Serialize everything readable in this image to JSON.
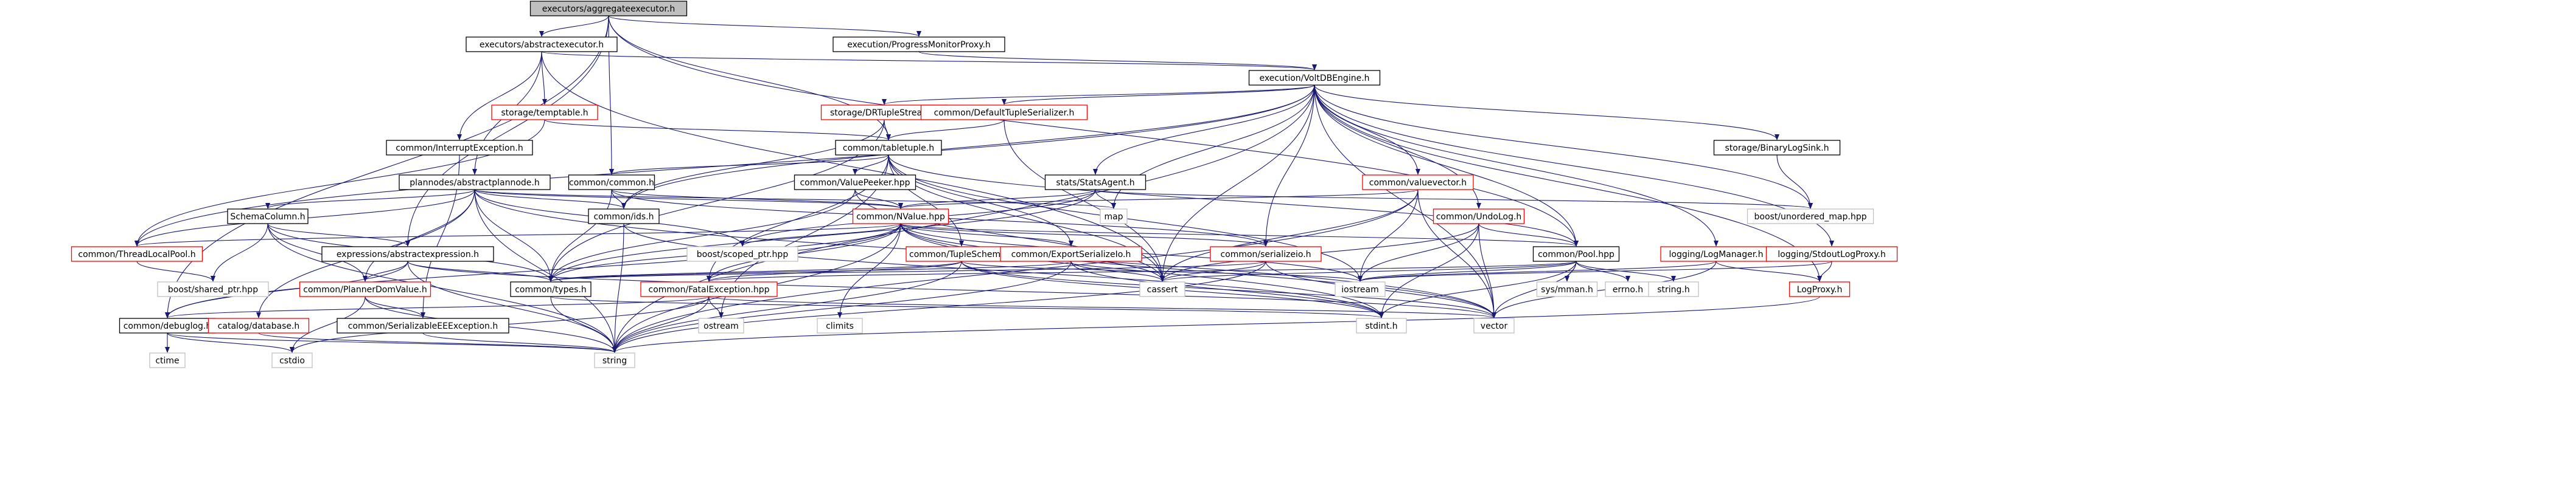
{
  "graph": {
    "nodes": [
      {
        "id": "root",
        "label": "executors/aggregateexecutor.h",
        "style": "root"
      },
      {
        "id": "absexec",
        "label": "executors/abstractexecutor.h",
        "style": "black"
      },
      {
        "id": "progmon",
        "label": "execution/ProgressMonitorProxy.h",
        "style": "black"
      },
      {
        "id": "voltdb",
        "label": "execution/VoltDBEngine.h",
        "style": "black"
      },
      {
        "id": "temptable",
        "label": "storage/temptable.h",
        "style": "red"
      },
      {
        "id": "interrupt",
        "label": "common/InterruptException.h",
        "style": "black"
      },
      {
        "id": "dr",
        "label": "storage/DRTupleStream.h",
        "style": "red"
      },
      {
        "id": "defser",
        "label": "common/DefaultTupleSerializer.h",
        "style": "red"
      },
      {
        "id": "tabletuple",
        "label": "common/tabletuple.h",
        "style": "black"
      },
      {
        "id": "binlog",
        "label": "storage/BinaryLogSink.h",
        "style": "black"
      },
      {
        "id": "plannode",
        "label": "plannodes/abstractplannode.h",
        "style": "black"
      },
      {
        "id": "commonh",
        "label": "common/common.h",
        "style": "black"
      },
      {
        "id": "peeker",
        "label": "common/ValuePeeker.hpp",
        "style": "black"
      },
      {
        "id": "stats",
        "label": "stats/StatsAgent.h",
        "style": "black"
      },
      {
        "id": "valvec",
        "label": "common/valuevector.h",
        "style": "red"
      },
      {
        "id": "schemacol",
        "label": "SchemaColumn.h",
        "style": "black"
      },
      {
        "id": "ids",
        "label": "common/ids.h",
        "style": "black"
      },
      {
        "id": "nvalue",
        "label": "common/NValue.hpp",
        "style": "red"
      },
      {
        "id": "map",
        "label": "map",
        "style": "grey"
      },
      {
        "id": "undolog",
        "label": "common/UndoLog.h",
        "style": "red"
      },
      {
        "id": "unordmap",
        "label": "boost/unordered_map.hpp",
        "style": "grey"
      },
      {
        "id": "threadlocal",
        "label": "common/ThreadLocalPool.h",
        "style": "red"
      },
      {
        "id": "absexpr",
        "label": "expressions/abstractexpression.h",
        "style": "black"
      },
      {
        "id": "scoped",
        "label": "boost/scoped_ptr.hpp",
        "style": "grey"
      },
      {
        "id": "tupleschema",
        "label": "common/TupleSchema.h",
        "style": "red"
      },
      {
        "id": "exportser",
        "label": "common/ExportSerializeIo.h",
        "style": "red"
      },
      {
        "id": "serializeio",
        "label": "common/serializeio.h",
        "style": "red"
      },
      {
        "id": "pool",
        "label": "common/Pool.hpp",
        "style": "black"
      },
      {
        "id": "logmgr",
        "label": "logging/LogManager.h",
        "style": "red"
      },
      {
        "id": "stdoutlog",
        "label": "logging/StdoutLogProxy.h",
        "style": "red"
      },
      {
        "id": "sharedptr",
        "label": "boost/shared_ptr.hpp",
        "style": "grey"
      },
      {
        "id": "plannerdom",
        "label": "common/PlannerDomValue.h",
        "style": "red"
      },
      {
        "id": "types",
        "label": "common/types.h",
        "style": "black"
      },
      {
        "id": "fatal",
        "label": "common/FatalException.hpp",
        "style": "red"
      },
      {
        "id": "cassert",
        "label": "cassert",
        "style": "grey"
      },
      {
        "id": "iostream",
        "label": "iostream",
        "style": "grey"
      },
      {
        "id": "sysmman",
        "label": "sys/mman.h",
        "style": "grey"
      },
      {
        "id": "errno",
        "label": "errno.h",
        "style": "grey"
      },
      {
        "id": "stringh",
        "label": "string.h",
        "style": "grey"
      },
      {
        "id": "logproxy",
        "label": "LogProxy.h",
        "style": "red"
      },
      {
        "id": "debuglog",
        "label": "common/debuglog.h",
        "style": "black"
      },
      {
        "id": "catalogdb",
        "label": "catalog/database.h",
        "style": "red"
      },
      {
        "id": "serexc",
        "label": "common/SerializableEEException.h",
        "style": "black"
      },
      {
        "id": "climits",
        "label": "climits",
        "style": "grey"
      },
      {
        "id": "ostream",
        "label": "ostream",
        "style": "grey"
      },
      {
        "id": "stdint",
        "label": "stdint.h",
        "style": "grey"
      },
      {
        "id": "vector",
        "label": "vector",
        "style": "grey"
      },
      {
        "id": "ctime",
        "label": "ctime",
        "style": "grey"
      },
      {
        "id": "cstdio",
        "label": "cstdio",
        "style": "grey"
      },
      {
        "id": "string",
        "label": "string",
        "style": "grey"
      }
    ],
    "edges": [
      [
        "root",
        "absexec"
      ],
      [
        "root",
        "progmon"
      ],
      [
        "root",
        "tabletuple"
      ],
      [
        "root",
        "commonh"
      ],
      [
        "root",
        "absexpr"
      ],
      [
        "root",
        "debuglog"
      ],
      [
        "root",
        "pool"
      ],
      [
        "absexec",
        "voltdb"
      ],
      [
        "absexec",
        "temptable"
      ],
      [
        "absexec",
        "interrupt"
      ],
      [
        "absexec",
        "plannode"
      ],
      [
        "absexec",
        "cassert"
      ],
      [
        "progmon",
        "voltdb"
      ],
      [
        "voltdb",
        "dr"
      ],
      [
        "voltdb",
        "defser"
      ],
      [
        "voltdb",
        "binlog"
      ],
      [
        "voltdb",
        "stats"
      ],
      [
        "voltdb",
        "valvec"
      ],
      [
        "voltdb",
        "undolog"
      ],
      [
        "voltdb",
        "unordmap"
      ],
      [
        "voltdb",
        "pool"
      ],
      [
        "voltdb",
        "logmgr"
      ],
      [
        "voltdb",
        "stdoutlog"
      ],
      [
        "voltdb",
        "logproxy"
      ],
      [
        "voltdb",
        "serializeio"
      ],
      [
        "voltdb",
        "cassert"
      ],
      [
        "voltdb",
        "map"
      ],
      [
        "voltdb",
        "vector"
      ],
      [
        "voltdb",
        "string"
      ],
      [
        "voltdb",
        "ids"
      ],
      [
        "voltdb",
        "threadlocal"
      ],
      [
        "temptable",
        "tabletuple"
      ],
      [
        "temptable",
        "threadlocal"
      ],
      [
        "interrupt",
        "serexc"
      ],
      [
        "dr",
        "tabletuple"
      ],
      [
        "dr",
        "ids"
      ],
      [
        "dr",
        "types"
      ],
      [
        "defser",
        "tabletuple"
      ],
      [
        "defser",
        "cassert"
      ],
      [
        "tabletuple",
        "commonh"
      ],
      [
        "tabletuple",
        "peeker"
      ],
      [
        "tabletuple",
        "tupleschema"
      ],
      [
        "tabletuple",
        "exportser"
      ],
      [
        "tabletuple",
        "fatal"
      ],
      [
        "tabletuple",
        "cassert"
      ],
      [
        "tabletuple",
        "iostream"
      ],
      [
        "tabletuple",
        "pool"
      ],
      [
        "tabletuple",
        "ostream"
      ],
      [
        "binlog",
        "unordmap"
      ],
      [
        "plannode",
        "schemacol"
      ],
      [
        "plannode",
        "ids"
      ],
      [
        "plannode",
        "types"
      ],
      [
        "plannode",
        "threadlocal"
      ],
      [
        "plannode",
        "plannerdom"
      ],
      [
        "plannode",
        "catalogdb"
      ],
      [
        "plannode",
        "nvalue"
      ],
      [
        "plannode",
        "scoped"
      ],
      [
        "plannode",
        "map"
      ],
      [
        "plannode",
        "vector"
      ],
      [
        "plannode",
        "string"
      ],
      [
        "commonh",
        "ids"
      ],
      [
        "commonh",
        "types"
      ],
      [
        "commonh",
        "nvalue"
      ],
      [
        "commonh",
        "serializeio"
      ],
      [
        "peeker",
        "nvalue"
      ],
      [
        "peeker",
        "types"
      ],
      [
        "peeker",
        "cassert"
      ],
      [
        "stats",
        "map"
      ],
      [
        "stats",
        "unordmap"
      ],
      [
        "stats",
        "nvalue"
      ],
      [
        "stats",
        "types"
      ],
      [
        "stats",
        "scoped"
      ],
      [
        "valvec",
        "nvalue"
      ],
      [
        "valvec",
        "cassert"
      ],
      [
        "valvec",
        "iostream"
      ],
      [
        "valvec",
        "vector"
      ],
      [
        "valvec",
        "string"
      ],
      [
        "schemacol",
        "absexpr"
      ],
      [
        "schemacol",
        "types"
      ],
      [
        "schemacol",
        "plannerdom"
      ],
      [
        "schemacol",
        "sharedptr"
      ],
      [
        "schemacol",
        "string"
      ],
      [
        "ids",
        "string"
      ],
      [
        "ids",
        "stdint"
      ],
      [
        "nvalue",
        "types"
      ],
      [
        "nvalue",
        "fatal"
      ],
      [
        "nvalue",
        "pool"
      ],
      [
        "nvalue",
        "threadlocal"
      ],
      [
        "nvalue",
        "serializeio"
      ],
      [
        "nvalue",
        "exportser"
      ],
      [
        "nvalue",
        "scoped"
      ],
      [
        "nvalue",
        "climits"
      ],
      [
        "nvalue",
        "stdint"
      ],
      [
        "nvalue",
        "vector"
      ],
      [
        "nvalue",
        "string"
      ],
      [
        "nvalue",
        "cassert"
      ],
      [
        "nvalue",
        "iostream"
      ],
      [
        "nvalue",
        "debuglog"
      ],
      [
        "undolog",
        "pool"
      ],
      [
        "undolog",
        "cassert"
      ],
      [
        "undolog",
        "iostream"
      ],
      [
        "undolog",
        "stdint"
      ],
      [
        "undolog",
        "vector"
      ],
      [
        "threadlocal",
        "sharedptr"
      ],
      [
        "absexpr",
        "types"
      ],
      [
        "absexpr",
        "plannerdom"
      ],
      [
        "absexpr",
        "debuglog"
      ],
      [
        "absexpr",
        "string"
      ],
      [
        "absexpr",
        "vector"
      ],
      [
        "tupleschema",
        "types"
      ],
      [
        "tupleschema",
        "fatal"
      ],
      [
        "tupleschema",
        "stdint"
      ],
      [
        "tupleschema",
        "vector"
      ],
      [
        "tupleschema",
        "string"
      ],
      [
        "tupleschema",
        "iostream"
      ],
      [
        "exportser",
        "types"
      ],
      [
        "exportser",
        "cassert"
      ],
      [
        "exportser",
        "stdint"
      ],
      [
        "exportser",
        "string"
      ],
      [
        "serializeio",
        "cassert"
      ],
      [
        "serializeio",
        "types"
      ],
      [
        "serializeio",
        "vector"
      ],
      [
        "serializeio",
        "string"
      ],
      [
        "pool",
        "cassert"
      ],
      [
        "pool",
        "iostream"
      ],
      [
        "pool",
        "sysmman"
      ],
      [
        "pool",
        "errno"
      ],
      [
        "pool",
        "stringh"
      ],
      [
        "pool",
        "stdint"
      ],
      [
        "pool",
        "vector"
      ],
      [
        "pool",
        "fatal"
      ],
      [
        "logmgr",
        "logproxy"
      ],
      [
        "logmgr",
        "iostream"
      ],
      [
        "logmgr",
        "vector"
      ],
      [
        "stdoutlog",
        "logproxy"
      ],
      [
        "stdoutlog",
        "iostream"
      ],
      [
        "logproxy",
        "string"
      ],
      [
        "plannerdom",
        "serexc"
      ],
      [
        "plannerdom",
        "cstdio"
      ],
      [
        "plannerdom",
        "string"
      ],
      [
        "types",
        "string"
      ],
      [
        "types",
        "stdint"
      ],
      [
        "fatal",
        "ostream"
      ],
      [
        "fatal",
        "cstdio"
      ],
      [
        "fatal",
        "string"
      ],
      [
        "fatal",
        "vector"
      ],
      [
        "fatal",
        "debuglog"
      ],
      [
        "debuglog",
        "ctime"
      ],
      [
        "debuglog",
        "cstdio"
      ],
      [
        "debuglog",
        "string"
      ],
      [
        "catalogdb",
        "string"
      ],
      [
        "serexc",
        "string"
      ]
    ]
  }
}
